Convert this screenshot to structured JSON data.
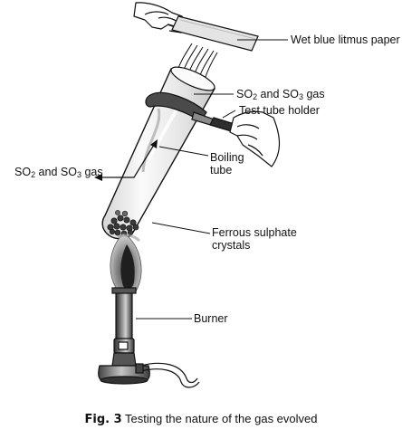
{
  "labels": {
    "litmus": "Wet blue litmus paper",
    "gas_top_pre": "SO",
    "gas_top_sub1": "2",
    "gas_top_mid": " and SO",
    "gas_top_sub2": "3",
    "gas_top_post": " gas",
    "holder": "Test tube holder",
    "gas_left_pre": "SO",
    "gas_left_sub1": "2",
    "gas_left_mid": " and SO",
    "gas_left_sub2": "3",
    "gas_left_post": " gas",
    "boiling_1": "Boiling",
    "boiling_2": "tube",
    "ferrous_1": "Ferrous sulphate",
    "ferrous_2": "crystals",
    "burner": "Burner"
  },
  "caption": {
    "prefix": "Fig. 3",
    "text": " Testing the nature of the gas evolved"
  },
  "colors": {
    "ink": "#111111",
    "glass": "#f2f2f2",
    "flame_outer": "#8a8a8a",
    "flame_inner": "#2b2b2b",
    "metal_dark": "#3a3a3a",
    "metal_light": "#b5b5b5"
  }
}
